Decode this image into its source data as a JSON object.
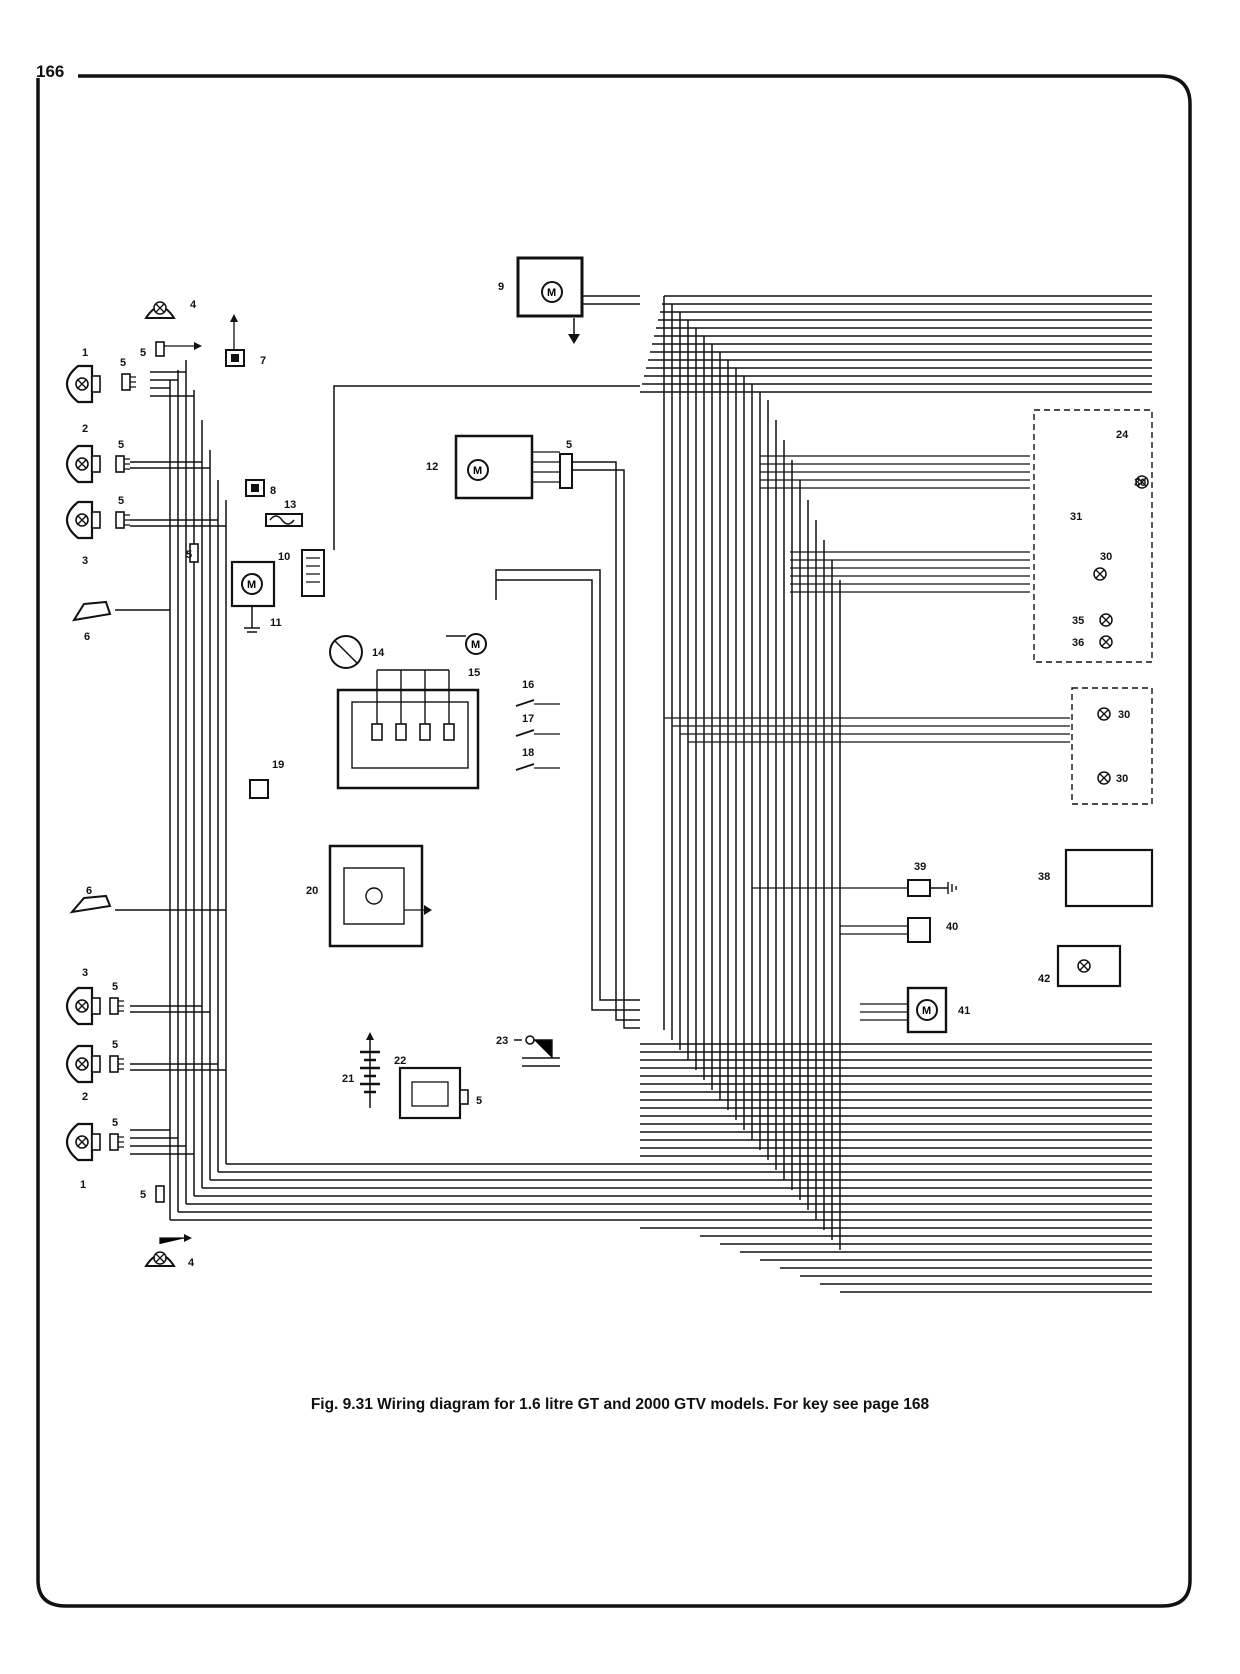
{
  "page": {
    "number": "166"
  },
  "figure": {
    "caption": "Fig. 9.31 Wiring diagram for 1.6 litre GT and 2000 GTV models. For key see page 168"
  },
  "colors": {
    "ink": "#111111",
    "paper": "#ffffff"
  },
  "components": {
    "c1a": "1",
    "c5a": "5",
    "c4a": "4",
    "c5b": "5",
    "c7": "7",
    "c9": "9",
    "c2a": "2",
    "c5c": "5",
    "c12": "12",
    "c5d": "5",
    "c24": "24",
    "c3a": "3",
    "c5e": "5",
    "c8": "8",
    "c13": "13",
    "c30a": "30",
    "c31": "31",
    "c5f": "5",
    "c10": "10",
    "c11": "11",
    "c30b": "30",
    "c6a": "6",
    "c14": "14",
    "c15": "15",
    "c35": "35",
    "c36": "36",
    "c16": "16",
    "c17": "17",
    "c18": "18",
    "c19": "19",
    "c30c": "30",
    "c30d": "30",
    "c39": "39",
    "c38": "38",
    "c20": "20",
    "c6b": "6",
    "c40": "40",
    "c42": "42",
    "c3b": "3",
    "c5g": "5",
    "c41": "41",
    "c2b": "2",
    "c5h": "5",
    "c23": "23",
    "c21": "21",
    "c22": "22",
    "c5i": "5",
    "c1b": "1",
    "c5j": "5",
    "c5k": "5",
    "c4b": "4"
  }
}
